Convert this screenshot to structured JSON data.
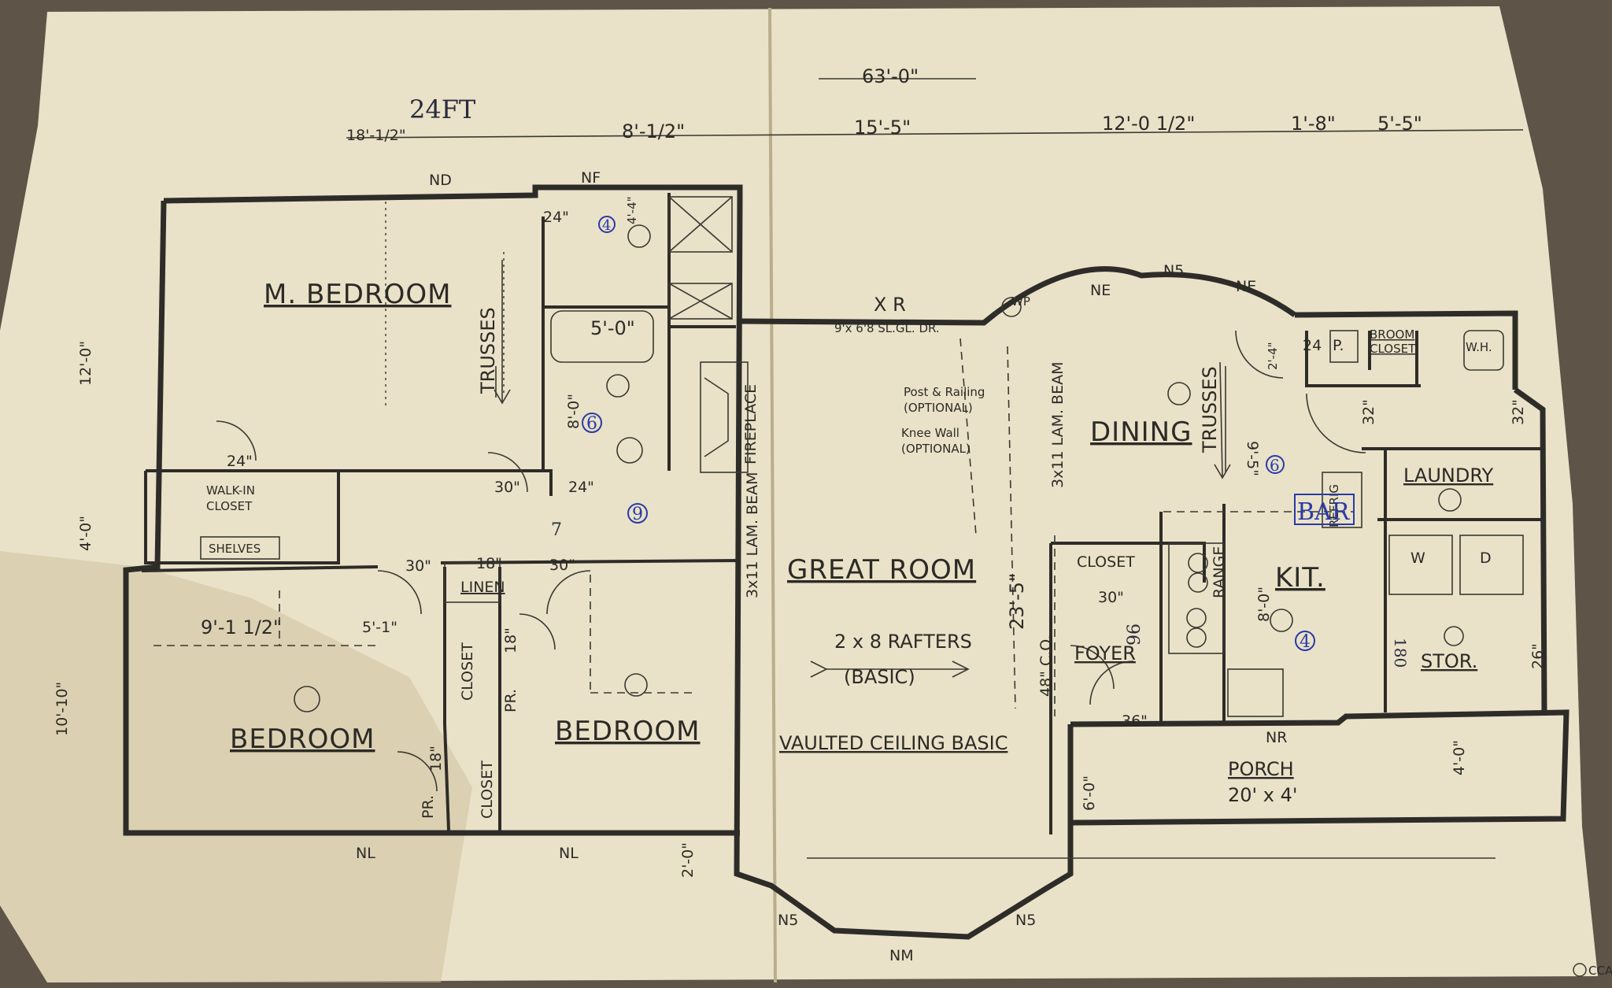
{
  "plan": {
    "colors": {
      "paper": "#ece6d0",
      "ink": "#2e2c28",
      "blue_ink": "#2a3aa8",
      "background": "#5e5448"
    },
    "dimensions": {
      "overall": "63'-0\"",
      "hand_24ft": "24FT",
      "d1": "18'-1/2\"",
      "d2": "8'-1/2\"",
      "d3": "15'-5\"",
      "d4": "12'-0 1/2\"",
      "d5": "1'-8\"",
      "d6": "5'-5\"",
      "left_12": "12'-0\"",
      "left_4": "4'-0\"",
      "left_10": "10'-10\"",
      "right_32": "32\"",
      "right_26": "26\"",
      "d_6_0": "6'-0\"",
      "d_4_0": "4'-0\"",
      "d_2_0": "2'-0\"",
      "d_4_4": "4'-4\"",
      "d_5_0": "5'-0\"",
      "d_8_0": "8'-0\"",
      "d_9_1": "9'-1 1/2\"",
      "d_5_1": "5'-1\"",
      "d_23_5": "23'-5\"",
      "d_48co": "48\" C.O.",
      "d_9_5": "9'-5\"",
      "d_8_0k": "8'-0\"",
      "d_2_4": "2'-4\""
    },
    "rooms": {
      "m_bedroom": "M. BEDROOM",
      "bedroom_left": "BEDROOM",
      "bedroom_right": "BEDROOM",
      "great_room": "GREAT ROOM",
      "dining": "DINING",
      "kitchen": "KIT.",
      "laundry": "LAUNDRY",
      "stor": "STOR.",
      "foyer": "FOYER",
      "porch": "PORCH",
      "porch_size": "20' x 4'"
    },
    "labels": {
      "walk_in_closet_1": "WALK-IN",
      "walk_in_closet_2": "CLOSET",
      "shelves": "SHELVES",
      "linen": "LINEN",
      "closet": "CLOSET",
      "pr": "PR.",
      "trusses": "TRUSSES",
      "fireplace": "FIREPLACE",
      "lam_beam": "3x11 LAM. BEAM",
      "xr": "X R",
      "slider": "9'x 6'8 SL.GL. DR.",
      "post_railing_1": "Post & Railing",
      "post_railing_2": "(OPTIONAL)",
      "knee_wall_1": "Knee Wall",
      "knee_wall_2": "(OPTIONAL)",
      "rafters": "2 x 8 RAFTERS",
      "basic": "(BASIC)",
      "vaulted": "VAULTED CEILING BASIC",
      "range": "RANGE",
      "refrig": "REFRIG",
      "bar": "BAR",
      "broom_closet_1": "BROOM",
      "broom_closet_2": "CLOSET",
      "wh": "W.H.",
      "w": "W",
      "d": "D",
      "p": "P.",
      "nd": "ND",
      "nf": "NF",
      "n5": "N5",
      "ne": "NE",
      "nl": "NL",
      "nm": "NM",
      "nr": "NR",
      "wp": "WP",
      "d24": "24\"",
      "d30": "30\"",
      "d18": "18\"",
      "d36": "36\"",
      "d24b": "24",
      "d32": "32\""
    },
    "hand_numbers": {
      "n4a": "4",
      "n6a": "6",
      "n9": "9",
      "n6b": "6",
      "n4b": "4",
      "n7": "7",
      "n96": "96",
      "n180": "180"
    },
    "watermark": "CCAR"
  }
}
